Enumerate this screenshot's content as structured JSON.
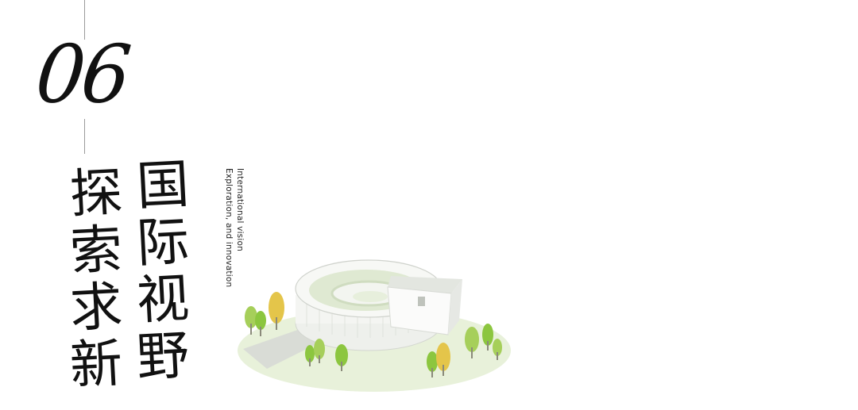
{
  "section": {
    "number": "06"
  },
  "title": {
    "left_column": [
      "探",
      "索",
      "求",
      "新"
    ],
    "right_column": [
      "国",
      "际",
      "视",
      "野"
    ]
  },
  "subtitle": {
    "line1": "International vision",
    "line2": "Exploration, and innovation"
  },
  "colors": {
    "text": "#111111",
    "rule": "#9a9a9a",
    "lawn": "#e6f0d8",
    "building": "#f1f3ef",
    "tree_green": "#8cc63f",
    "tree_yellow": "#e7c84a"
  }
}
